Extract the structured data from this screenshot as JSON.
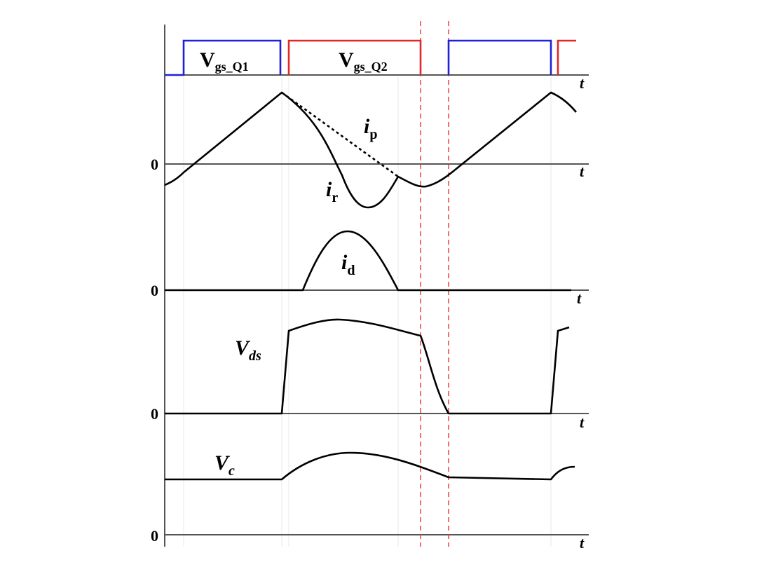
{
  "diagram": {
    "type": "timing-diagram",
    "colors": {
      "q1_gate": "#2020d8",
      "q2_gate": "#e02828",
      "marker": "#ee3030",
      "waveform": "#000000",
      "axis": "#555555"
    },
    "time_axis_label": "t",
    "zero_label": "0",
    "gate_labels": {
      "q1": {
        "main": "V",
        "sub": "gs_Q1"
      },
      "q2": {
        "main": "V",
        "sub": "gs_Q2"
      }
    },
    "waveform_labels": {
      "ip": {
        "main": "i",
        "sub": "p"
      },
      "ir": {
        "main": "i",
        "sub": "r"
      },
      "id": {
        "main": "i",
        "sub": "d"
      },
      "vds": {
        "main": "V",
        "sub": "ds"
      },
      "vc": {
        "main": "V",
        "sub": "c"
      }
    }
  }
}
